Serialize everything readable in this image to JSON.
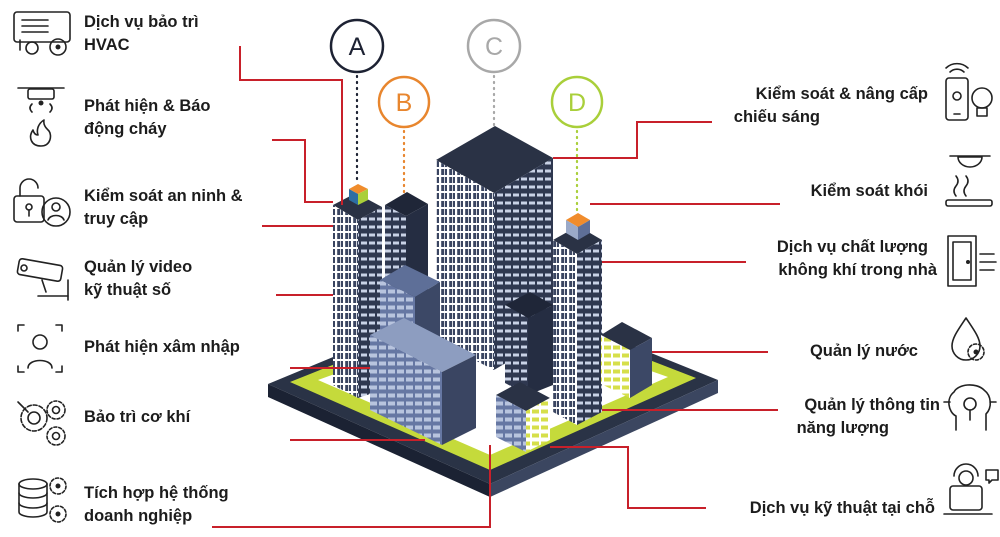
{
  "badges": [
    {
      "letter": "A",
      "color": "#1d2233"
    },
    {
      "letter": "B",
      "color": "#e8862e"
    },
    {
      "letter": "C",
      "color": "#a8a8a8"
    },
    {
      "letter": "D",
      "color": "#a9cf3a"
    }
  ],
  "left_labels": [
    {
      "line1": "Dịch vụ bảo trì",
      "line2": "HVAC"
    },
    {
      "line1": "Phát hiện & Báo",
      "line2": "động cháy"
    },
    {
      "line1": "Kiểm soát an ninh &",
      "line2": "truy cập"
    },
    {
      "line1": "Quản lý video",
      "line2": "kỹ thuật số"
    },
    {
      "line1": "Phát hiện xâm nhập"
    },
    {
      "line1": "Bảo trì cơ khí"
    },
    {
      "line1": "Tích hợp hệ thống",
      "line2": "doanh nghiệp"
    }
  ],
  "right_labels": [
    {
      "line1": "Kiểm soát & nâng cấp",
      "line2": "chiếu sáng"
    },
    {
      "line1": "Kiểm soát khói"
    },
    {
      "line1": "Dịch vụ chất lượng",
      "line2": "không khí trong nhà"
    },
    {
      "line1": "Quản lý nước"
    },
    {
      "line1": "Quản lý thông tin",
      "line2": "năng lượng"
    },
    {
      "line1": "Dịch vụ kỹ thuật tại chỗ"
    }
  ],
  "colors": {
    "leader": "#c8202a",
    "building_dark": "#2b3347",
    "building_mid": "#5e6f98",
    "building_light": "#9aa9c8",
    "ground": "#c3d93a",
    "window_accent": "#d9e24a",
    "roof_orange": "#ef8a2c"
  }
}
